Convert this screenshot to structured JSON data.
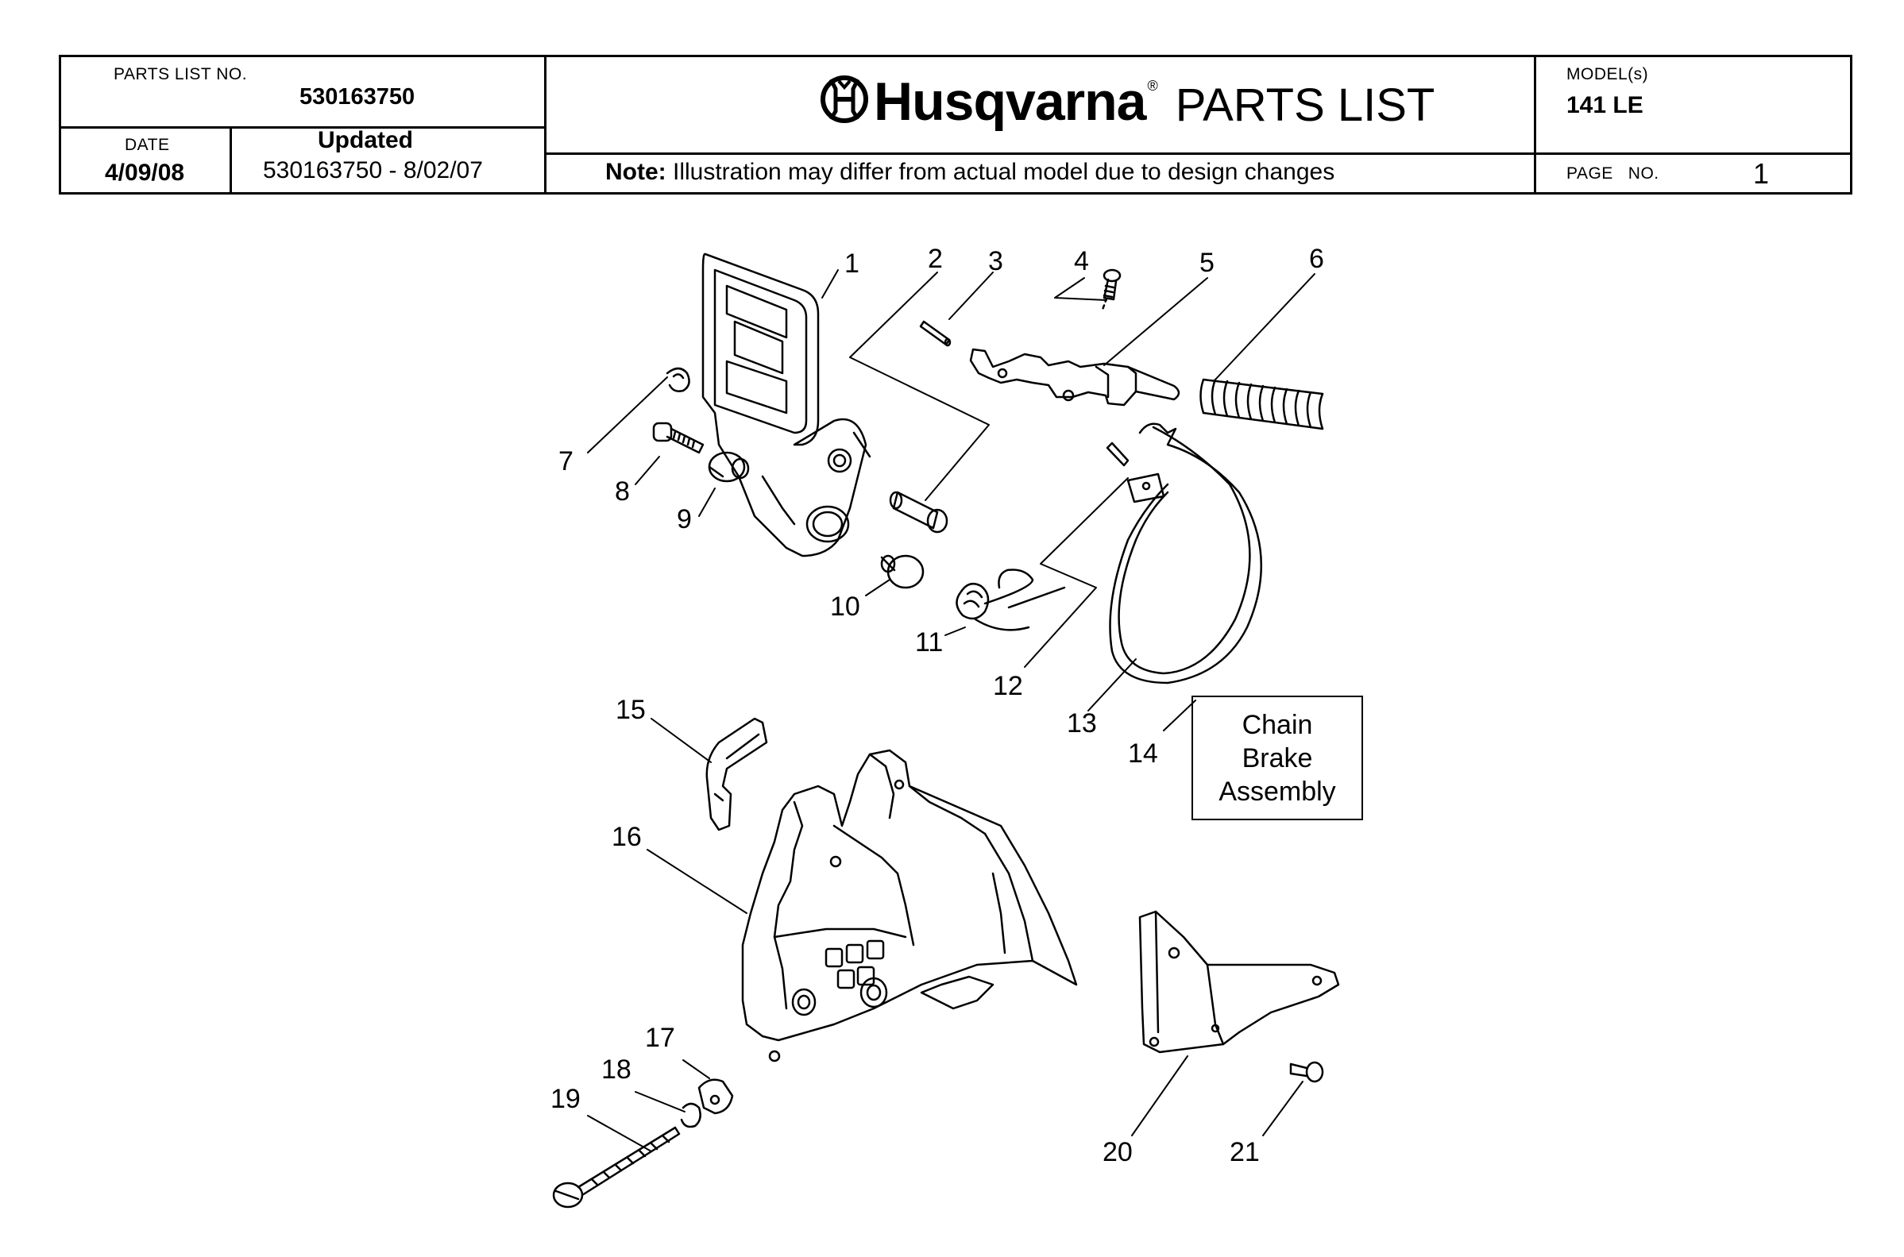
{
  "header": {
    "parts_list_label": "PARTS LIST NO.",
    "parts_list_no": "530163750",
    "date_label": "DATE",
    "date_value": "4/09/08",
    "updated_label": "Updated",
    "updated_value": "530163750 - 8/02/07",
    "brand_name": "Husqvarna",
    "brand_reg": "®",
    "title": "PARTS LIST",
    "note_label": "Note:",
    "note_text": " Illustration may differ from actual model due to design changes",
    "model_label": "MODEL(s)",
    "model_value": "141 LE",
    "page_label": "PAGE   NO.",
    "page_value": "1"
  },
  "callouts": [
    "1",
    "2",
    "3",
    "4",
    "5",
    "6",
    "7",
    "8",
    "9",
    "10",
    "11",
    "12",
    "13",
    "14",
    "15",
    "16",
    "17",
    "18",
    "19",
    "20",
    "21"
  ],
  "assembly_box": {
    "line1": "Chain",
    "line2": "Brake",
    "line3": "Assembly"
  },
  "colors": {
    "ink": "#000000",
    "paper": "#ffffff"
  }
}
